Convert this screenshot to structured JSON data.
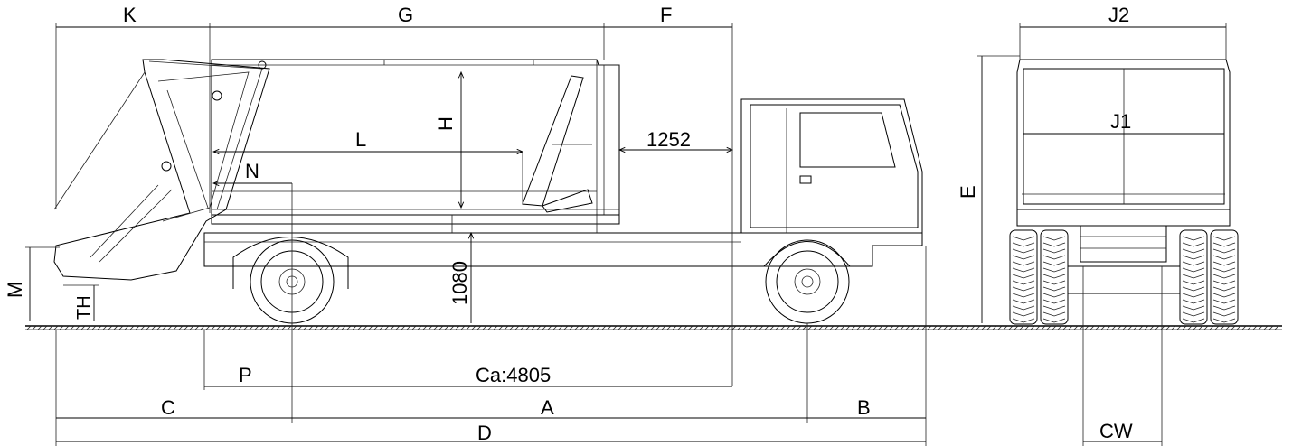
{
  "labels": {
    "K": "K",
    "G": "G",
    "F": "F",
    "J2": "J2",
    "J1": "J1",
    "H": "H",
    "L": "L",
    "N": "N",
    "dim_1252": "1252",
    "E": "E",
    "M": "M",
    "TH": "TH",
    "dim_1080": "1080",
    "P": "P",
    "Ca": "Ca:4805",
    "C": "C",
    "A": "A",
    "B": "B",
    "D": "D",
    "CW": "CW"
  }
}
